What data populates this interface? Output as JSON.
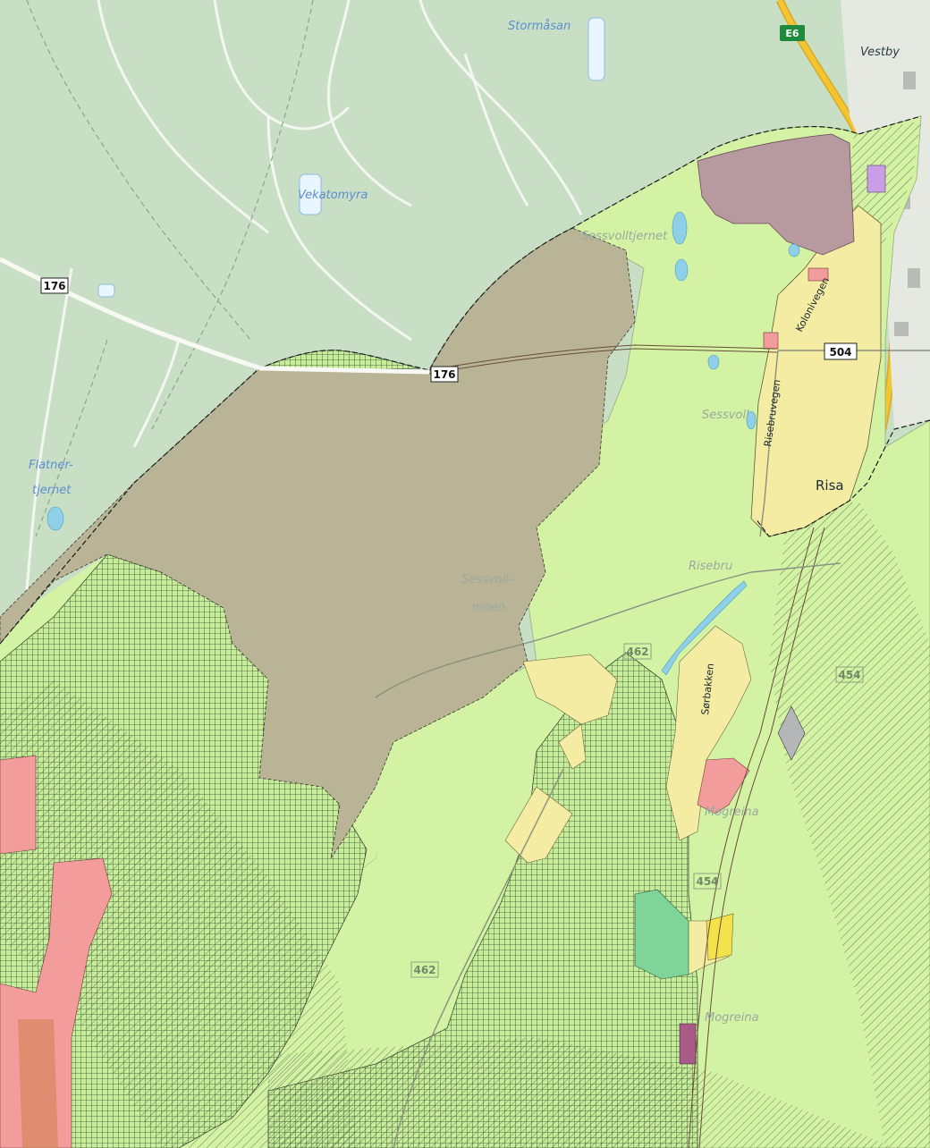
{
  "map": {
    "colors": {
      "forest_base": "#c8dfc5",
      "plan_light_green": "#d3f2a4",
      "plan_brown": "#b9b495",
      "plan_yellow": "#f3eca2",
      "plan_red": "#f39c9c",
      "plan_purple": "#b79aa0",
      "water": "#8fd0e8",
      "road_e6": "#f2c531"
    },
    "road_shields": {
      "r176_a": "176",
      "r176_b": "176",
      "r504": "504",
      "r462_a": "462",
      "r462_b": "462",
      "r454_a": "454",
      "r454_b": "454",
      "e6": "E6"
    },
    "places": {
      "stormasan": "Stormåsan",
      "vestby": "Vestby",
      "vekatomyra": "Vekatomyra",
      "flatner_1": "Flatner-",
      "flatner_2": "tjernet",
      "sessvolltjernet": "Sessvolltjernet",
      "sessvoll": "Sessvoll",
      "sessvollmoen_1": "Sessvoll-",
      "sessvollmoen_2": "moen",
      "risa": "Risa",
      "risebru": "Risebru",
      "mogreina_a": "Mogreina",
      "mogreina_b": "Mogreina"
    },
    "streets": {
      "kolonivegen": "Kolonivegen",
      "risebruvegen": "Risebruvegen",
      "sorbakken": "Sørbakken"
    },
    "icons": [
      "map-canvas-icon"
    ]
  }
}
